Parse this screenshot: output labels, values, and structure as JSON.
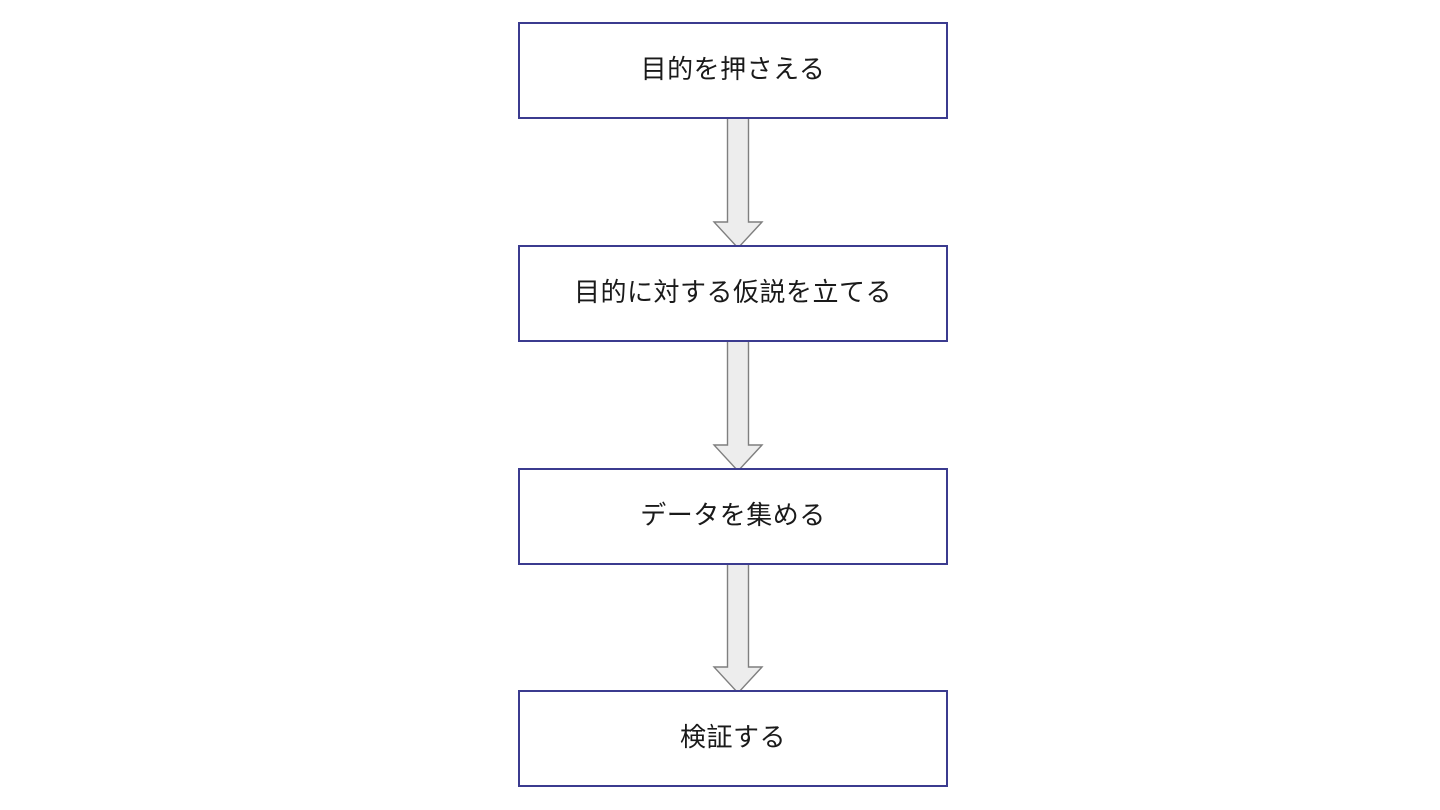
{
  "diagram": {
    "title": "目的を押さえる",
    "background_color": "#ffffff",
    "node_border_color": "#3b3b8f",
    "node_fill_color": "#ffffff",
    "node_text_color": "#1a1a1a",
    "arrow_fill_color": "#ededed",
    "arrow_stroke_color": "#7f7f7f",
    "nodes": [
      {
        "id": "step-1",
        "label": "目的を押さえる"
      },
      {
        "id": "step-2",
        "label": "目的に対する仮説を立てる"
      },
      {
        "id": "step-3",
        "label": "データを集める"
      },
      {
        "id": "step-4",
        "label": "検証する"
      }
    ],
    "connectors": [
      {
        "id": "arrow-1",
        "from": "step-1",
        "to": "step-2",
        "direction": "down"
      },
      {
        "id": "arrow-2",
        "from": "step-2",
        "to": "step-3",
        "direction": "down"
      },
      {
        "id": "arrow-3",
        "from": "step-3",
        "to": "step-4",
        "direction": "down"
      }
    ]
  }
}
